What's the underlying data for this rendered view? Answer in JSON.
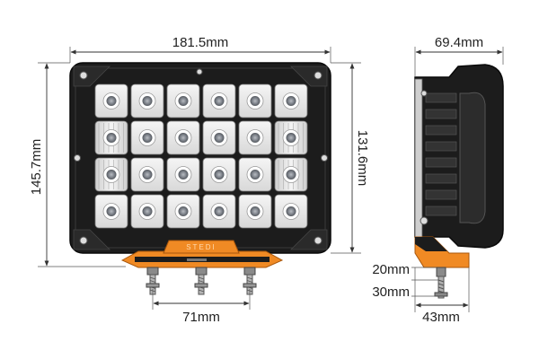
{
  "dimensions": {
    "front_width": "181.5mm",
    "front_height_outer": "145.7mm",
    "front_height_inner": "131.6mm",
    "mount_spacing": "71mm",
    "side_depth": "69.4mm",
    "bracket_height_1": "20mm",
    "bracket_height_2": "30mm",
    "bracket_depth": "43mm"
  },
  "brand_mark": "STEDI",
  "led_grid": {
    "rows": 4,
    "cols": 6
  },
  "colors": {
    "housing": "#1c1c1c",
    "housing_edge": "#3a3a3a",
    "led_cell": "#e9e9e9",
    "lens": "#8a8f96",
    "accent_orange": "#f08a24",
    "bolt": "#9a9a9a"
  }
}
